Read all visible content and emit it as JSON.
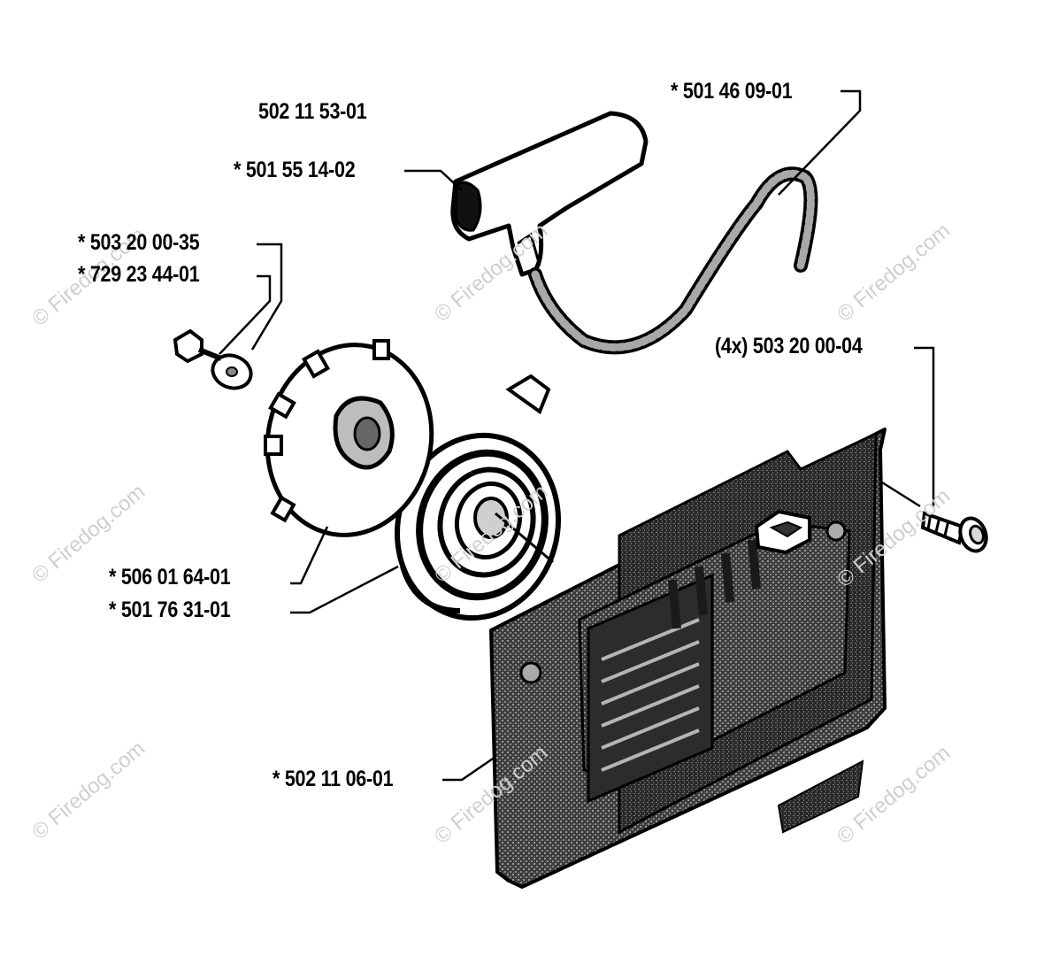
{
  "parts": {
    "assembly_number": "502 11 53-01",
    "handle_insert": "* 501 55 14-02",
    "starter_rope": "* 501 46 09-01",
    "center_screw": "* 503 20 00-35",
    "washer": "* 729 23 44-01",
    "rope_pulley": "* 506 01 64-01",
    "recoil_spring": "* 501 76 31-01",
    "mounting_screws": "(4x) 503 20 00-04",
    "starter_housing": "* 502 11 06-01"
  },
  "watermark": {
    "text": "© Firedog.com"
  }
}
